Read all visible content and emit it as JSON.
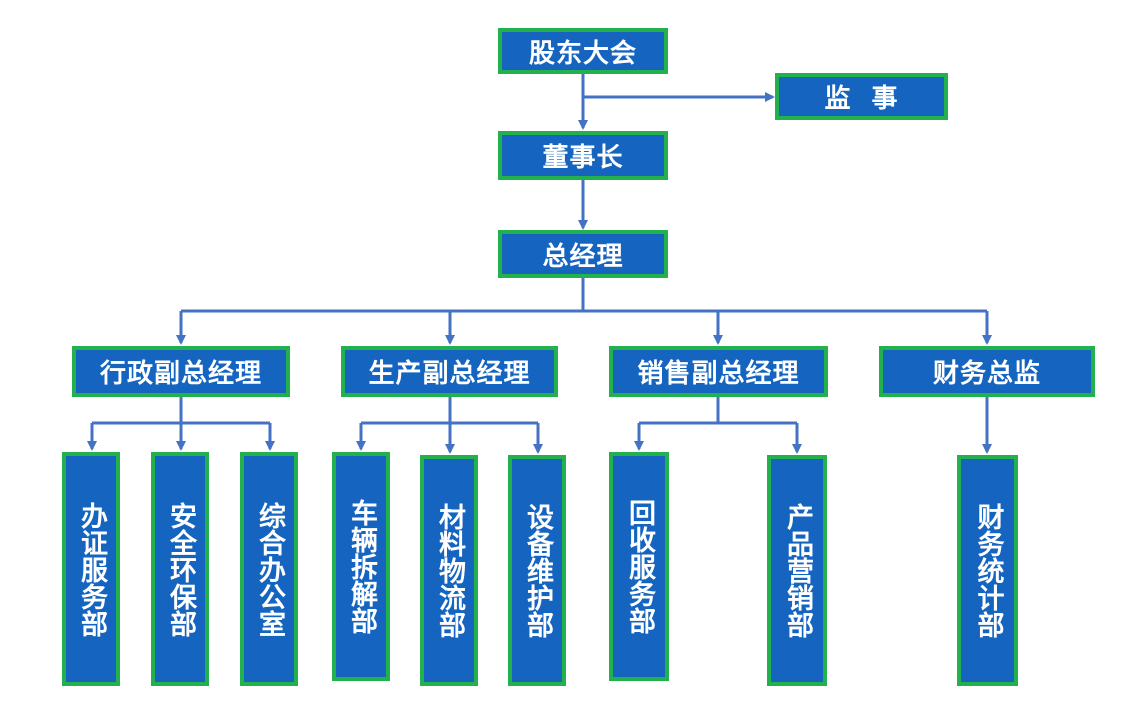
{
  "colors": {
    "box_fill": "#1565c0",
    "box_border": "#22b14c",
    "connector": "#4472c4",
    "text": "#ffffff"
  },
  "nodes": {
    "shareholders": "股东大会",
    "supervisor": "监  事",
    "chairman": "董事长",
    "general_manager": "总经理",
    "vp_admin": "行政副总经理",
    "vp_production": "生产副总经理",
    "vp_sales": "销售副总经理",
    "finance_director": "财务总监",
    "dept_certificate_service": "办证服务部",
    "dept_safety_env": "安全环保部",
    "dept_general_office": "综合办公室",
    "dept_vehicle_dismantling": "车辆拆解部",
    "dept_material_logistics": "材料物流部",
    "dept_equipment_maintenance": "设备维护部",
    "dept_recycling_service": "回收服务部",
    "dept_product_marketing": "产品营销部",
    "dept_finance_statistics": "财务统计部"
  }
}
